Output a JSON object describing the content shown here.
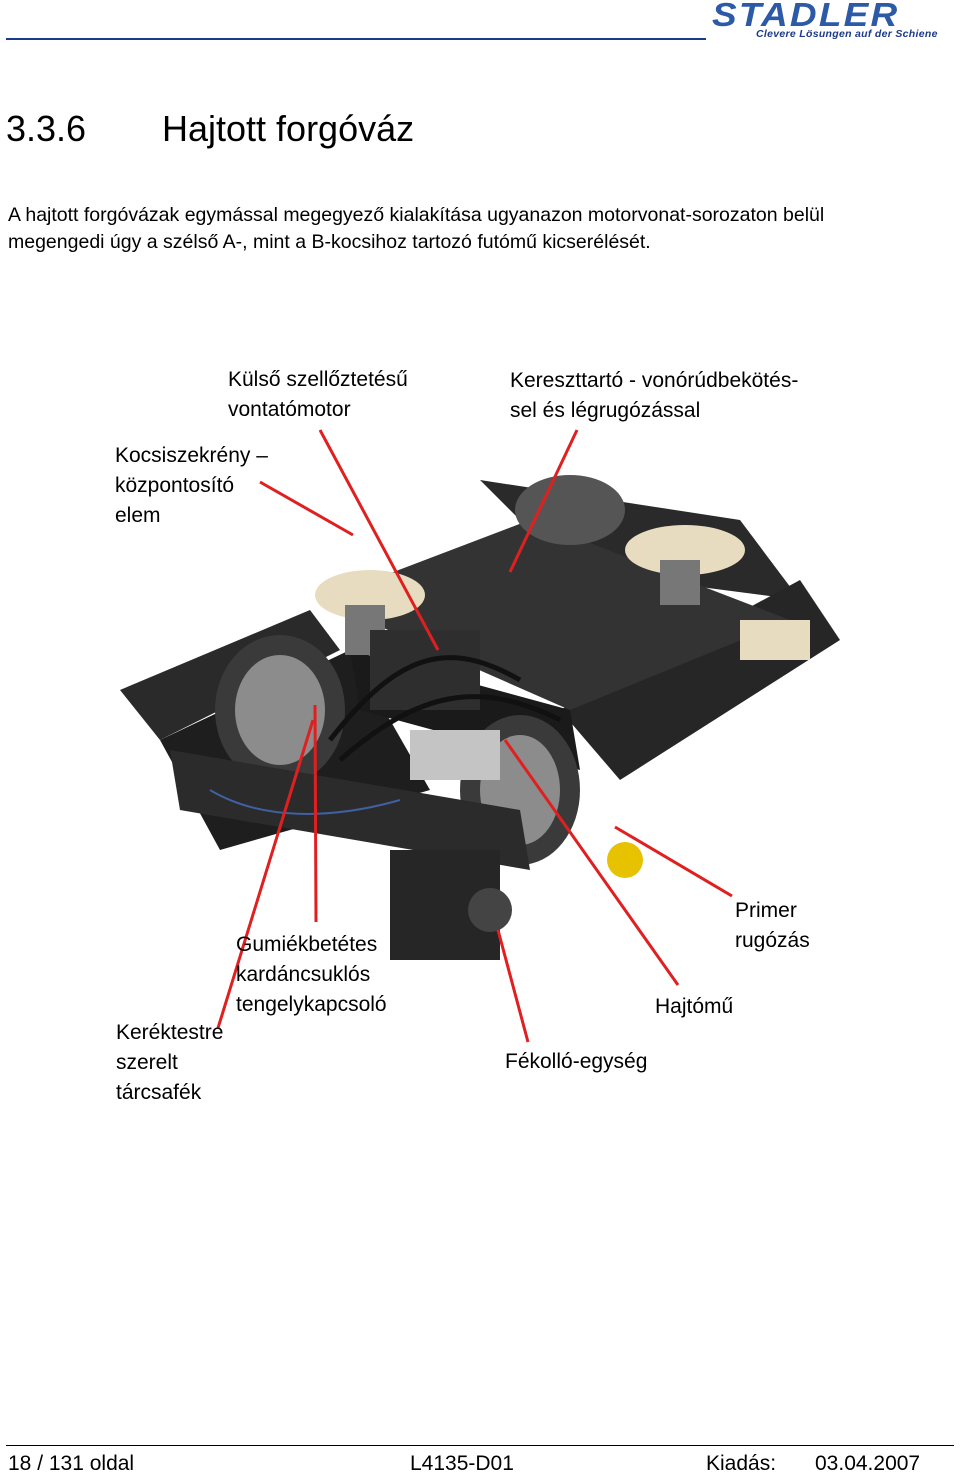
{
  "logo": {
    "name": "STADLER",
    "tagline": "Clevere Lösungen auf der Schiene"
  },
  "heading": {
    "number": "3.3.6",
    "title": "Hajtott forgóváz"
  },
  "intro": "A hajtott forgóvázak egymással megegyező kialakítása ugyanazon motorvonat-sorozaton belül megengedi úgy a szélső A-, mint a B-kocsihoz tartozó futómű kicserélését.",
  "figure": {
    "labels": {
      "motor": [
        "Külső szellőztetésű",
        "vontatómotor"
      ],
      "crossbeam": [
        "Kereszttartó - vonórúdbekötés-",
        "sel és légrugózással"
      ],
      "centering": [
        "Kocsiszekrény –",
        "központosító",
        "elem"
      ],
      "coupling": [
        "Gumiékbetétes",
        "kardáncsuklós",
        "tengelykapcsoló"
      ],
      "primary": [
        "Primer",
        "rugózás"
      ],
      "gearbox": [
        "Hajtómű"
      ],
      "disc_brake": [
        "Keréktestre",
        "szerelt",
        "tárcsafék"
      ],
      "brake_unit": [
        "Fékolló-egység"
      ]
    }
  },
  "footer": {
    "page": "18 / 131 oldal",
    "doc": "L4135-D01",
    "issue_label": "Kiadás:",
    "issue_date": "03.04.2007"
  },
  "colors": {
    "arrow": "#e02020",
    "logo": "#2c5aa6",
    "bogie": "#222222"
  }
}
